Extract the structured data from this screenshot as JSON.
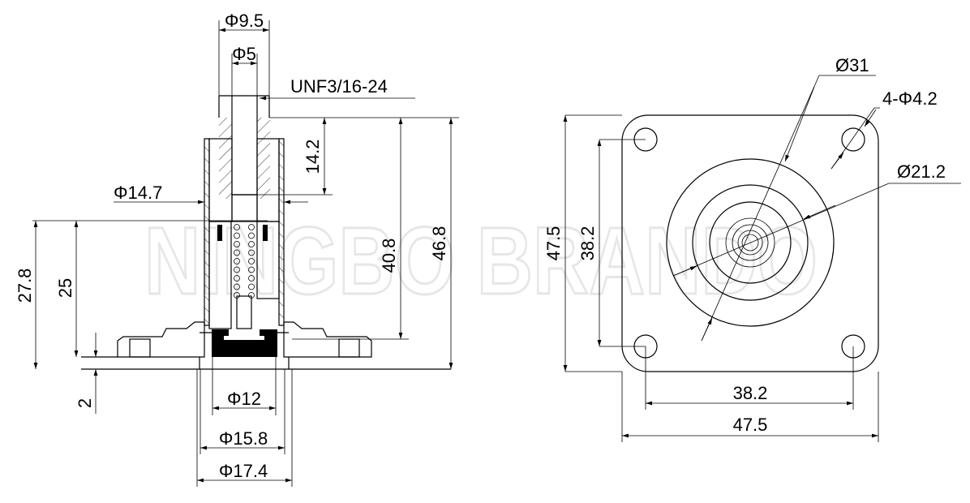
{
  "watermark": "NINGBO BRANDO",
  "section_view": {
    "dimensions": {
      "stem_outer_dia": "Φ9.5",
      "stem_inner_dia": "Φ5",
      "thread": "UNF3/16-24",
      "stem_height": "14.2",
      "tube_dia": "Φ14.7",
      "height_40_8": "40.8",
      "overall_height": "46.8",
      "height_27_8": "27.8",
      "height_25": "25",
      "flange_offset": "2",
      "bore_dia": "Φ12",
      "seal_dia": "Φ15.8",
      "base_dia": "Φ17.4"
    }
  },
  "plan_view": {
    "dimensions": {
      "outer_circle_dia": "Ø31",
      "holes": "4-Φ4.2",
      "inner_circle_dia": "Ø21.2",
      "height_overall": "47.5",
      "height_holes": "38.2",
      "width_holes": "38.2",
      "width_overall": "47.5"
    }
  }
}
